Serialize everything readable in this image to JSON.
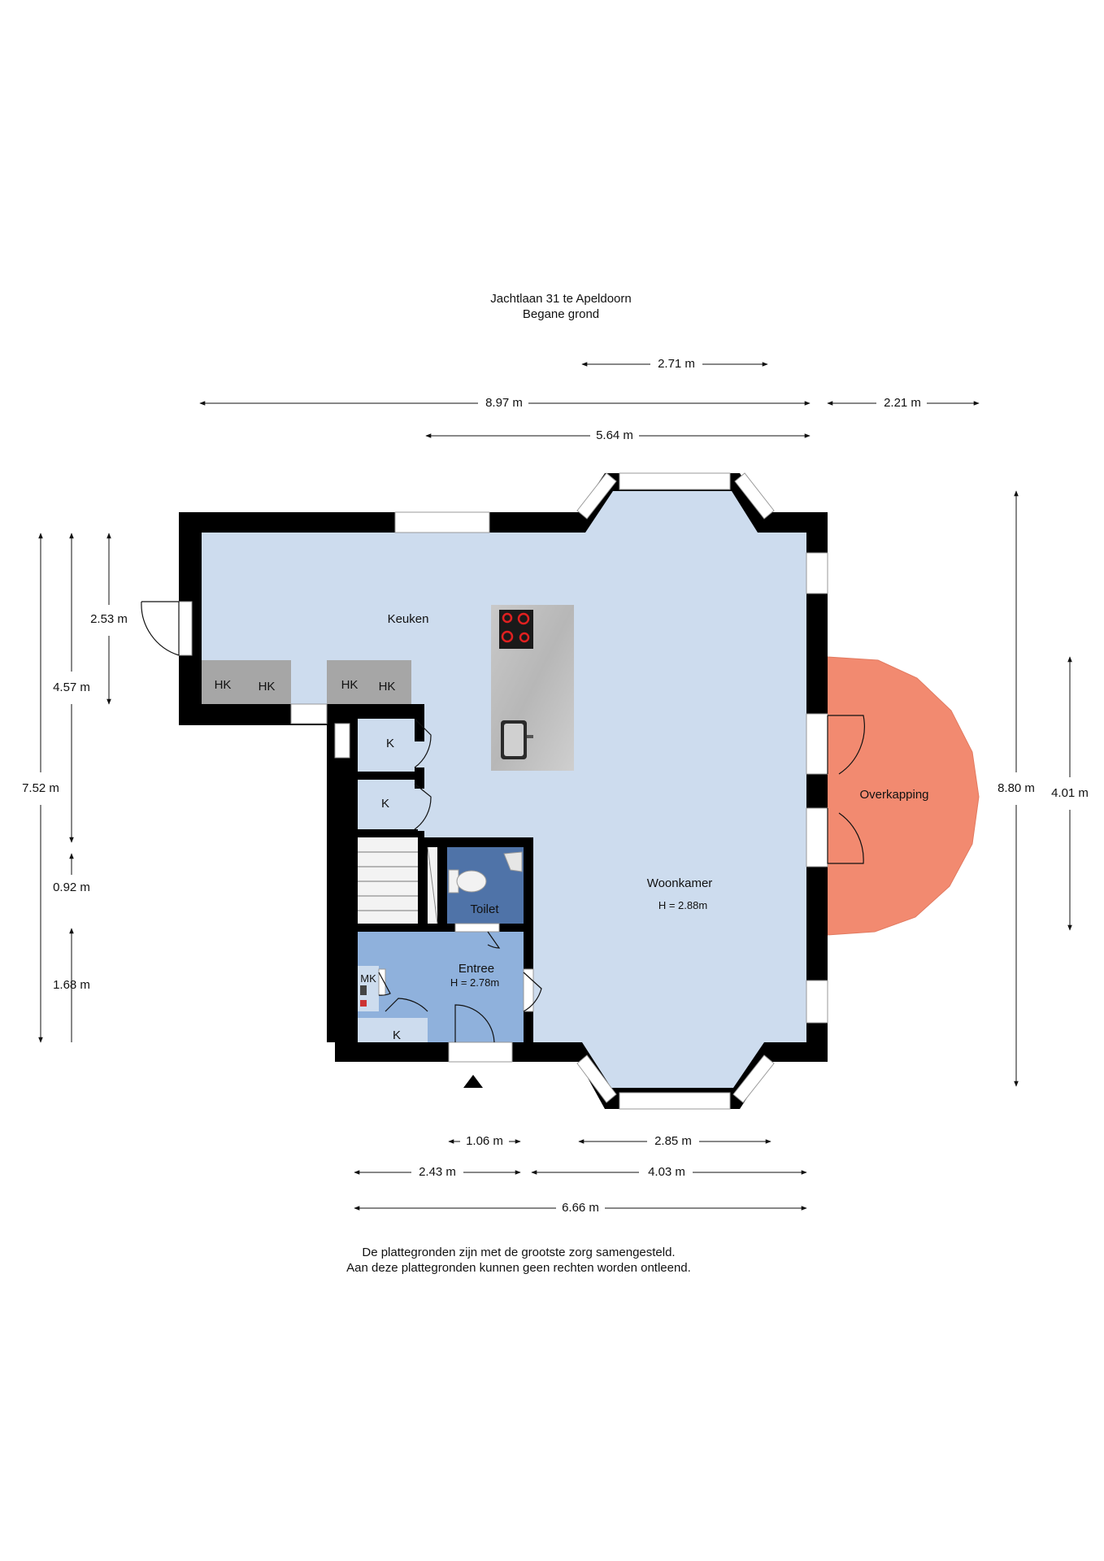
{
  "header": {
    "line1": "Jachtlaan 31 te Apeldoorn",
    "line2": "Begane grond"
  },
  "dimensions": {
    "top": [
      "2.71 m",
      "8.97 m",
      "2.21 m",
      "5.64 m"
    ],
    "left": [
      "2.53 m",
      "4.57 m",
      "7.52 m",
      "0.92 m",
      "1.68 m"
    ],
    "right": [
      "8.80 m",
      "4.01 m"
    ],
    "bottom": [
      "1.06 m",
      "2.85 m",
      "2.43 m",
      "4.03 m",
      "6.66 m"
    ]
  },
  "rooms": {
    "keuken": "Keuken",
    "woonkamer": "Woonkamer",
    "woonkamer_height": "H = 2.88m",
    "overkapping": "Overkapping",
    "toilet": "Toilet",
    "entree": "Entree",
    "entree_height": "H = 2.78m",
    "mk": "MK",
    "hk": [
      "HK",
      "HK",
      "HK",
      "HK"
    ],
    "k": [
      "K",
      "K",
      "K"
    ]
  },
  "footer": {
    "line1": "De plattegronden zijn met de grootste zorg samengesteld.",
    "line2": "Aan deze plattegronden kunnen geen rechten worden ontleend."
  },
  "colors": {
    "room_fill": "#cddcee",
    "entree_fill": "#8fb1dc",
    "toilet_fill": "#4f73a8",
    "overkapping_fill": "#f28a70",
    "wall": "#000000",
    "counter": "#a6a6a6"
  }
}
